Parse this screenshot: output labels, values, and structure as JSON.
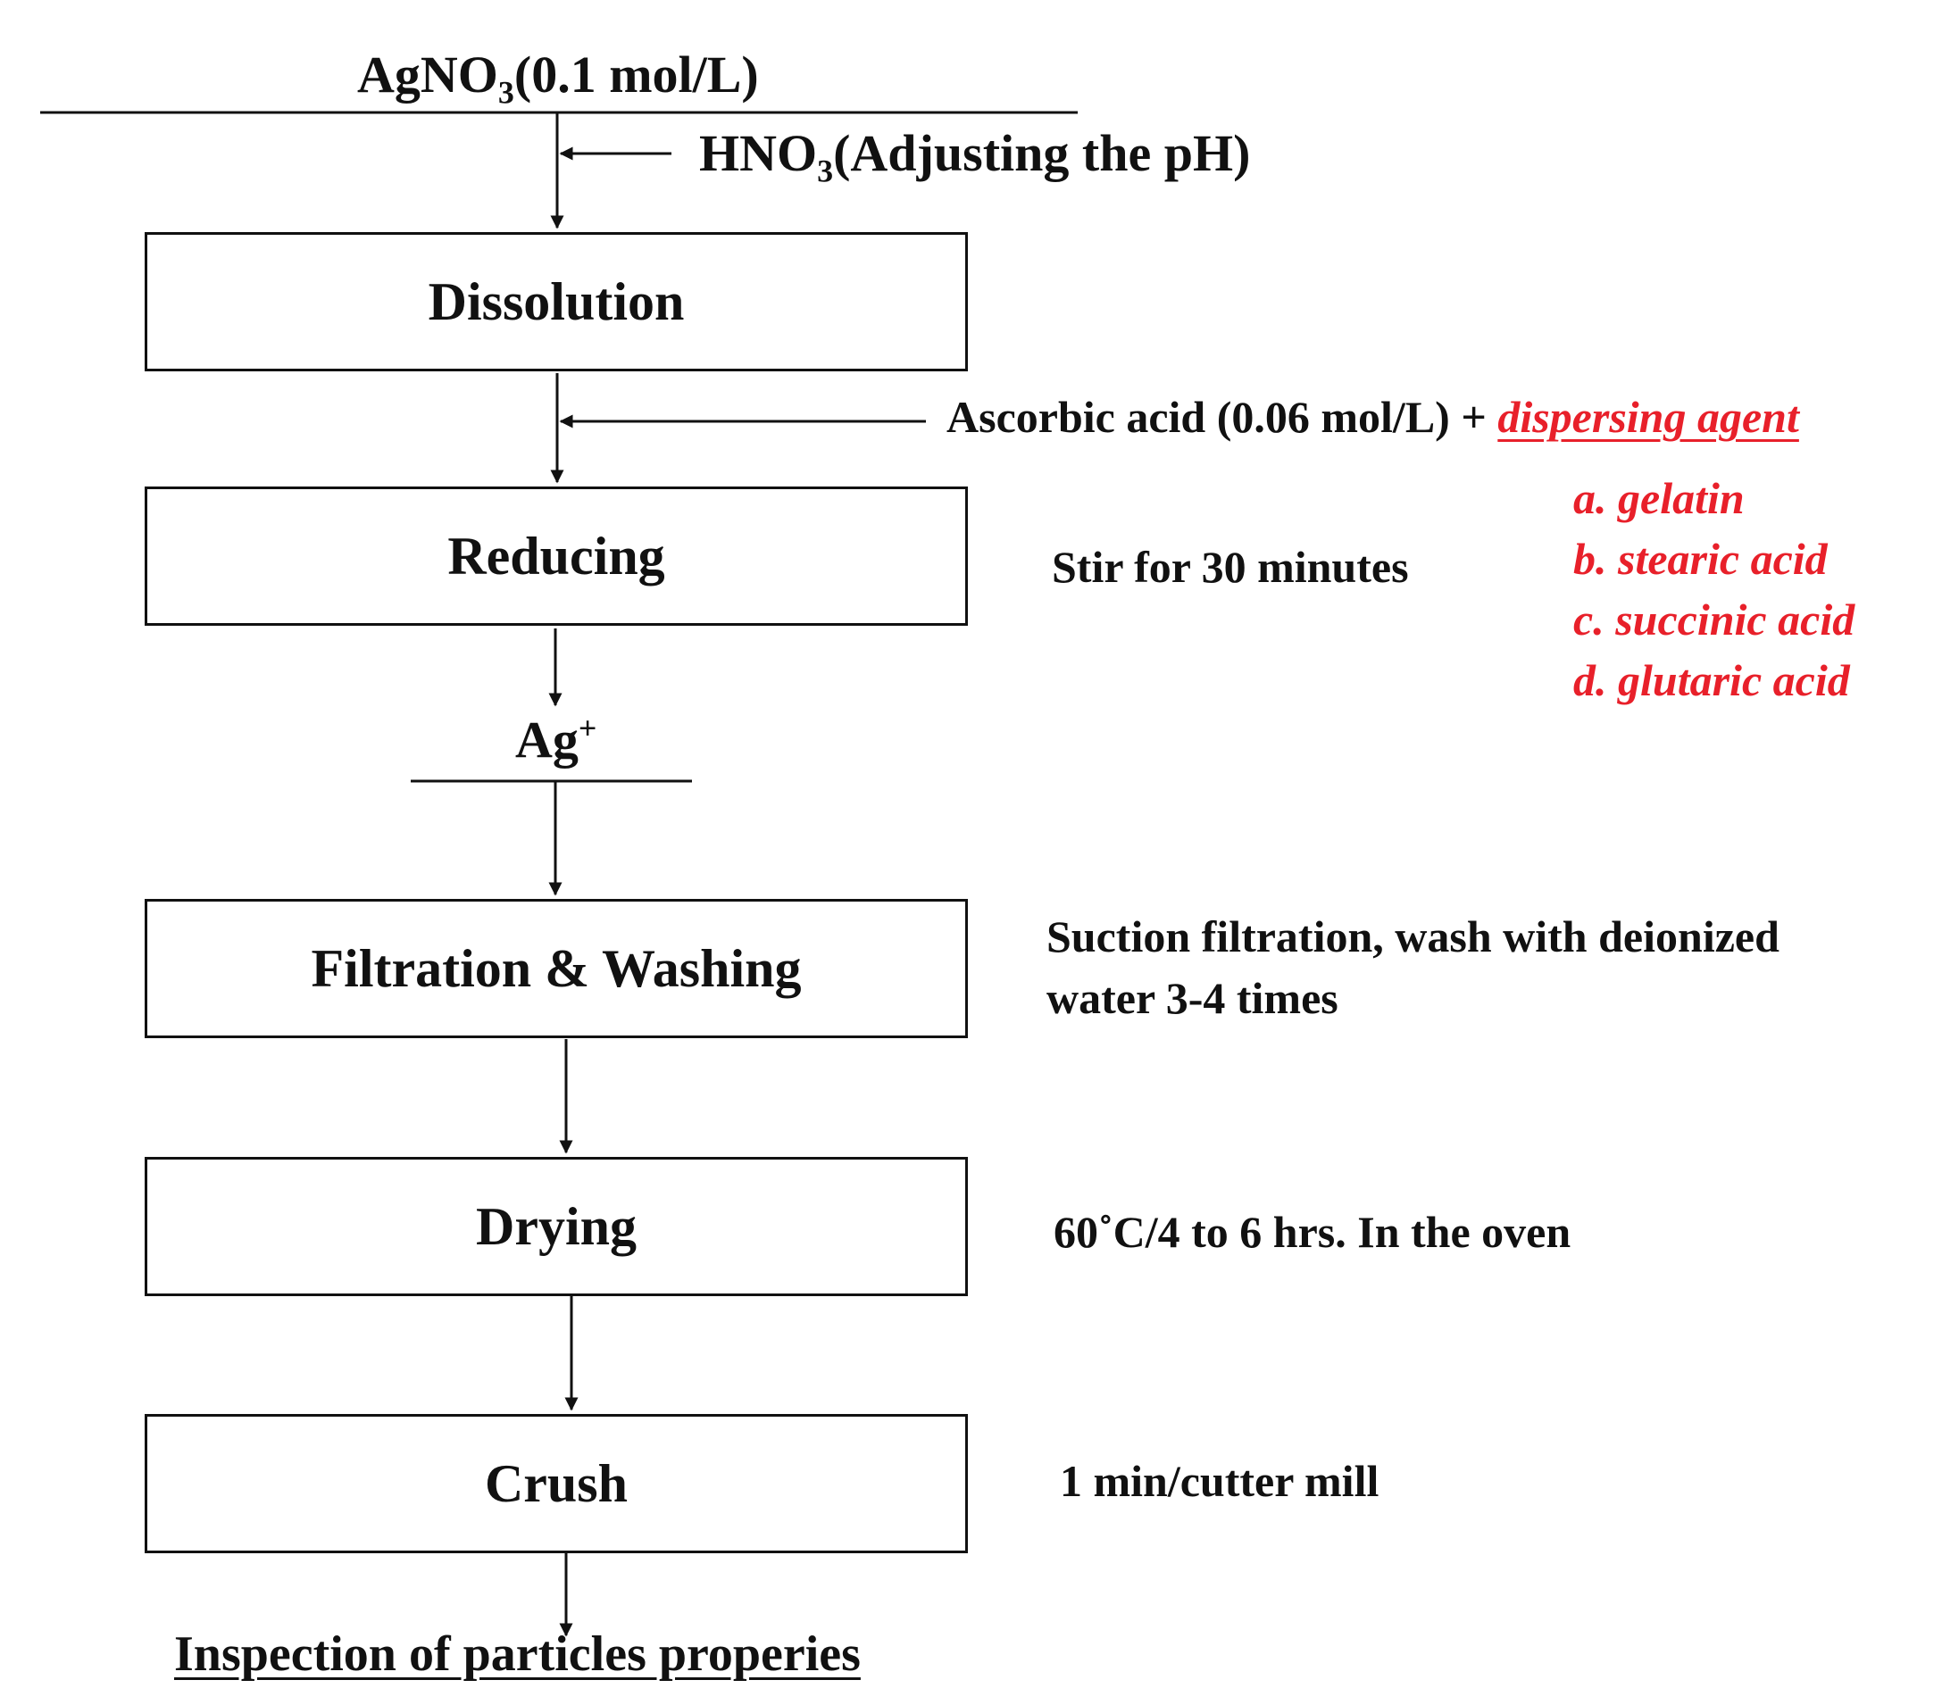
{
  "top_input": {
    "prefix": "AgNO",
    "subscript": "3",
    "suffix": "(0.1 mol/L)"
  },
  "ph_input": {
    "prefix": "HNO",
    "subscript": "3",
    "suffix": "(Adjusting the pH)"
  },
  "steps": [
    {
      "label": "Dissolution"
    },
    {
      "label": "Reducing"
    },
    {
      "label": "Filtration & Washing"
    },
    {
      "label": "Drying"
    },
    {
      "label": "Crush"
    }
  ],
  "reducer_input": {
    "text": "Ascorbic acid (0.06 mol/L) + ",
    "agent_label": "dispersing agent"
  },
  "dispersing_agents": [
    "a. gelatin",
    "b. stearic acid",
    "c. succinic acid",
    "d. glutaric acid"
  ],
  "notes": {
    "reducing": "Stir for 30 minutes",
    "filtration_line1": "Suction filtration, wash with deionized",
    "filtration_line2": "water 3-4 times",
    "drying": "60˚C/4 to 6 hrs. In the oven",
    "crush": "1 min/cutter mill"
  },
  "intermediate": {
    "base": "Ag",
    "superscript": "+"
  },
  "final_output": "Inspection of particles properies",
  "colors": {
    "line": "#111111",
    "accent_red": "#e8202a"
  }
}
